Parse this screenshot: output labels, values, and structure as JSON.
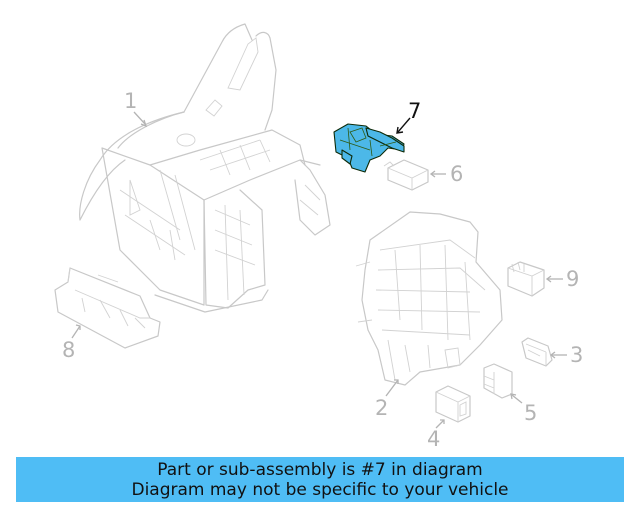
{
  "diagram": {
    "highlight_color": "#4cb8e8",
    "callouts": [
      {
        "id": 1,
        "label": "1",
        "part": "mounting-bracket-frame"
      },
      {
        "id": 2,
        "label": "2",
        "part": "fuse-relay-box"
      },
      {
        "id": 3,
        "label": "3",
        "part": "fuse-small"
      },
      {
        "id": 4,
        "label": "4",
        "part": "relay-small"
      },
      {
        "id": 5,
        "label": "5",
        "part": "fuse-medium"
      },
      {
        "id": 6,
        "label": "6",
        "part": "relay-block"
      },
      {
        "id": 7,
        "label": "7",
        "part": "connector-highlighted",
        "highlighted": true
      },
      {
        "id": 8,
        "label": "8",
        "part": "cover-tray"
      },
      {
        "id": 9,
        "label": "9",
        "part": "relay-with-terminals"
      }
    ]
  },
  "banner": {
    "line1": "Part or sub-assembly is #7 in diagram",
    "line2": "Diagram may not be specific to your vehicle",
    "background": "#4fbdf5"
  }
}
